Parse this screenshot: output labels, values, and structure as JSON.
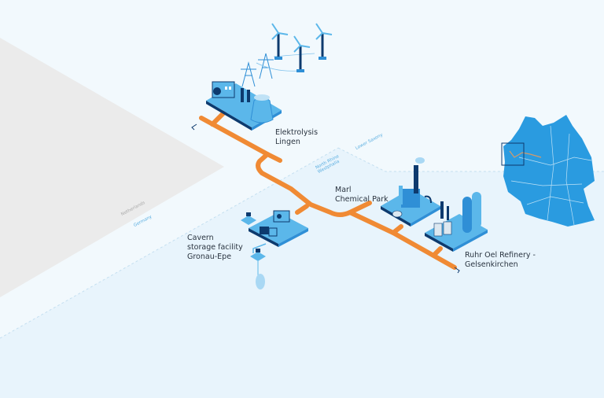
{
  "diagram": {
    "type": "isometric hydrogen pipeline infographic",
    "colors": {
      "background": "#f2f9fd",
      "germany_zone": "#e8f4fc",
      "netherlands_zone": "#ebebeb",
      "pipeline": "#f08a34",
      "facility_light": "#5bb7ea",
      "facility_mid": "#2f8fd6",
      "facility_dark": "#0d3a6e",
      "map_fill": "#2a9be0",
      "border_dash": "#c4dff0",
      "label_text": "#2a3440"
    },
    "facilities": [
      {
        "id": "elektrolysis",
        "label": "Elektrolysis\nLingen"
      },
      {
        "id": "marl",
        "label": "Marl\nChemical Park"
      },
      {
        "id": "cavern",
        "label": "Cavern\nstorage facility\nGronau-Epe"
      },
      {
        "id": "refinery",
        "label": "Ruhr Oel Refinery -\nGelsenkirchen"
      }
    ],
    "regions": [
      {
        "id": "netherlands",
        "label": "Netherlands"
      },
      {
        "id": "germany",
        "label": "Germany"
      },
      {
        "id": "nrw",
        "label": "North Rhine\nWestphalia"
      },
      {
        "id": "lower-saxony",
        "label": "Lower Saxony"
      }
    ],
    "inset_map": {
      "label": "Germany overview map with highlighted pipeline section"
    }
  }
}
